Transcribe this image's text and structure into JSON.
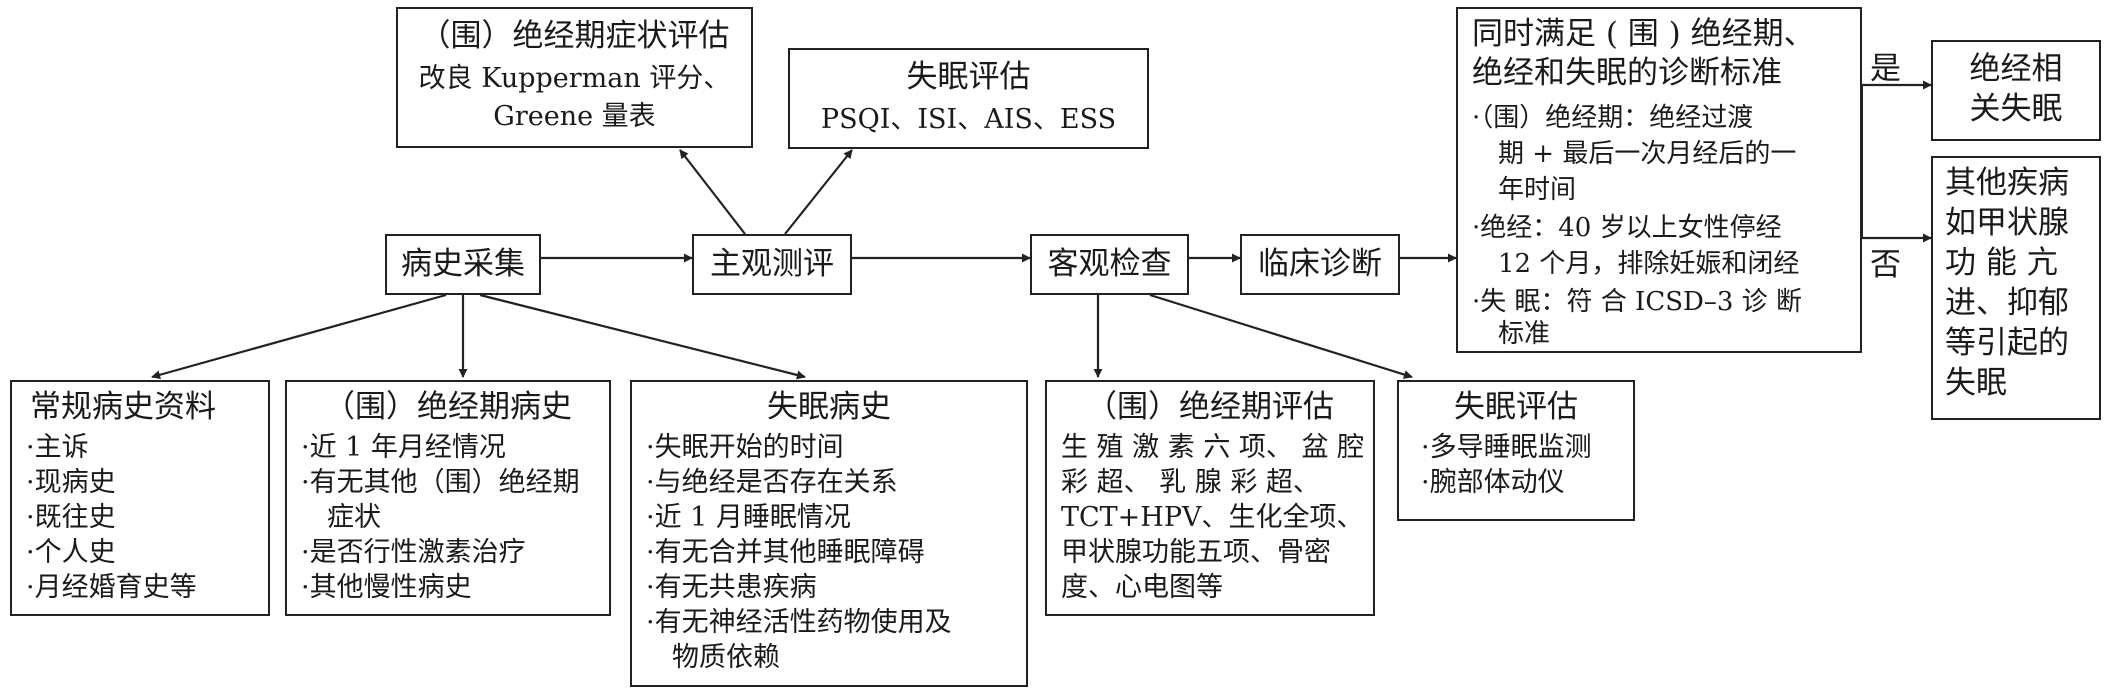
{
  "top": {
    "menopause_symptom_eval": {
      "title": "（围）绝经期症状评估",
      "line2": "改良 Kupperman 评分、",
      "line3": "Greene 量表"
    },
    "insomnia_eval_scales": {
      "title": "失眠评估",
      "line2": "PSQI、ISI、AIS、ESS"
    }
  },
  "flow": {
    "history": "病史采集",
    "subjective": "主观测评",
    "objective": "客观检查",
    "clinical": "临床诊断"
  },
  "criteria": {
    "title_1": "同时满足 ( 围 ) 绝经期、",
    "title_2": "绝经和失眠的诊断标准",
    "b1_1": "·（围）绝经期：绝经过渡",
    "b1_2": "期 + 最后一次月经后的一",
    "b1_3": "年时间",
    "b2_1": "·绝经：40 岁以上女性停经",
    "b2_2": "12 个月，排除妊娠和闭经",
    "b3_1": "·失 眠：符 合 ICSD–3 诊 断",
    "b3_2": "标准"
  },
  "decision": {
    "yes": "是",
    "no": "否"
  },
  "outcome_yes": {
    "line1": "绝经相",
    "line2": "关失眠"
  },
  "outcome_no": {
    "l1": "其他疾病",
    "l2": "如甲状腺",
    "l3": "功 能 亢",
    "l4": "进、抑郁",
    "l5": "等引起的",
    "l6": "失眠"
  },
  "bottom": {
    "routine": {
      "title": "常规病史资料",
      "items": [
        "·主诉",
        "·现病史",
        "·既往史",
        "·个人史",
        "·月经婚育史等"
      ]
    },
    "menopause_history": {
      "title": "（围）绝经期病史",
      "items": [
        "·近 1 年月经情况",
        "·有无其他（围）绝经期",
        "症状",
        "·是否行性激素治疗",
        "·其他慢性病史"
      ]
    },
    "insomnia_history": {
      "title": "失眠病史",
      "items": [
        "·失眠开始的时间",
        "·与绝经是否存在关系",
        "·近 1 月睡眠情况",
        "·有无合并其他睡眠障碍",
        "·有无共患疾病",
        "·有无神经活性药物使用及",
        "物质依赖"
      ]
    },
    "menopause_eval": {
      "title": "（围）绝经期评估",
      "lines": [
        "生 殖 激 素 六 项、 盆 腔",
        "彩 超、 乳 腺 彩 超、",
        "TCT+HPV、生化全项、",
        "甲状腺功能五项、骨密",
        "度、心电图等"
      ]
    },
    "insomnia_eval_obj": {
      "title": "失眠评估",
      "items": [
        "·多导睡眠监测",
        "·腕部体动仪"
      ]
    }
  }
}
